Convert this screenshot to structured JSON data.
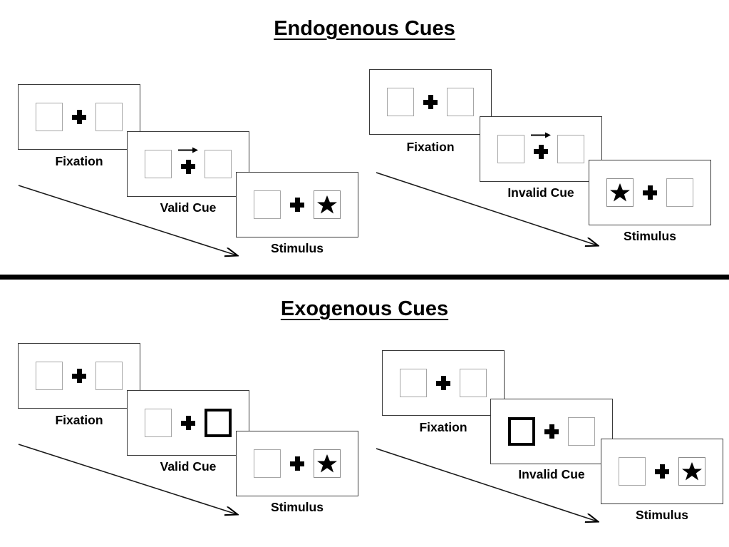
{
  "sections": [
    {
      "id": "endogenous",
      "title": "Endogenous Cues",
      "columns": [
        {
          "id": "endo-valid",
          "frames": [
            {
              "label": "Fixation",
              "cue": "none",
              "cue_side": "",
              "stimulus_side": ""
            },
            {
              "label": "Valid Cue",
              "cue": "arrow",
              "cue_side": "right",
              "stimulus_side": ""
            },
            {
              "label": "Stimulus",
              "cue": "none",
              "cue_side": "",
              "stimulus_side": "right"
            }
          ]
        },
        {
          "id": "endo-invalid",
          "frames": [
            {
              "label": "Fixation",
              "cue": "none",
              "cue_side": "",
              "stimulus_side": ""
            },
            {
              "label": "Invalid Cue",
              "cue": "arrow",
              "cue_side": "right",
              "stimulus_side": ""
            },
            {
              "label": "Stimulus",
              "cue": "none",
              "cue_side": "",
              "stimulus_side": "left"
            }
          ]
        }
      ]
    },
    {
      "id": "exogenous",
      "title": "Exogenous Cues",
      "columns": [
        {
          "id": "exo-valid",
          "frames": [
            {
              "label": "Fixation",
              "cue": "none",
              "cue_side": "",
              "stimulus_side": ""
            },
            {
              "label": "Valid Cue",
              "cue": "highlight",
              "cue_side": "right",
              "stimulus_side": ""
            },
            {
              "label": "Stimulus",
              "cue": "none",
              "cue_side": "",
              "stimulus_side": "right"
            }
          ]
        },
        {
          "id": "exo-invalid",
          "frames": [
            {
              "label": "Fixation",
              "cue": "none",
              "cue_side": "",
              "stimulus_side": ""
            },
            {
              "label": "Invalid Cue",
              "cue": "highlight",
              "cue_side": "left",
              "stimulus_side": ""
            },
            {
              "label": "Stimulus",
              "cue": "none",
              "cue_side": "",
              "stimulus_side": "right"
            }
          ]
        }
      ]
    }
  ],
  "labels": {
    "fixation": "Fixation",
    "valid_cue": "Valid Cue",
    "invalid_cue": "Invalid Cue",
    "stimulus": "Stimulus"
  },
  "titles": {
    "endogenous": "Endogenous Cues",
    "exogenous": "Exogenous Cues"
  },
  "colors": {
    "ink": "#000000",
    "frame_border": "#3a3a3a",
    "square_border": "#a6a6a6",
    "cued_border": "#000000",
    "background": "#ffffff"
  },
  "timeline_arrows": [
    {
      "id": "endo-valid-timeline"
    },
    {
      "id": "endo-invalid-timeline"
    },
    {
      "id": "exo-valid-timeline"
    },
    {
      "id": "exo-invalid-timeline"
    }
  ]
}
